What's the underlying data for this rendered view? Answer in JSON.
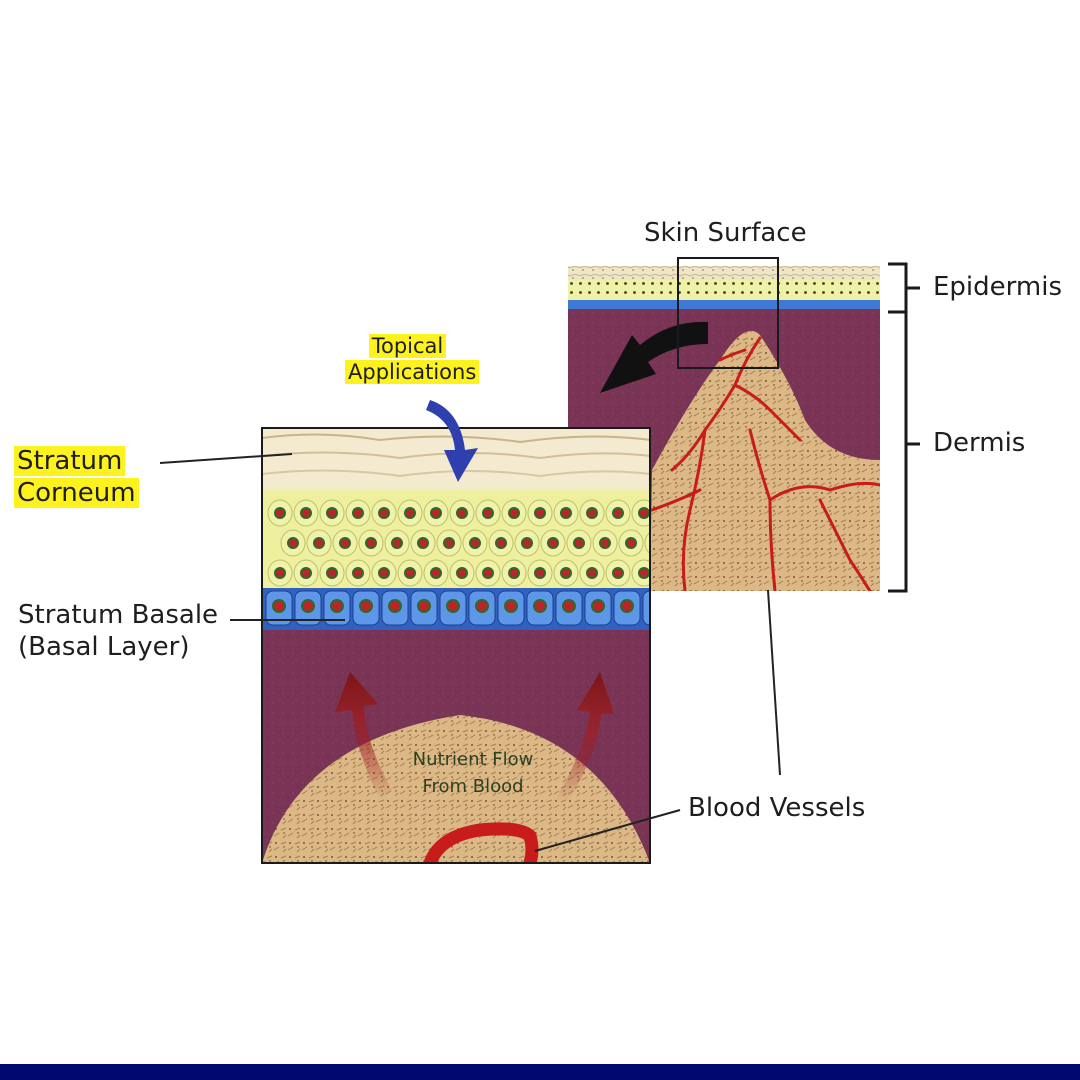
{
  "labels": {
    "skin_surface": "Skin Surface",
    "epidermis": "Epidermis",
    "dermis": "Dermis",
    "topical_line1": "Topical",
    "topical_line2": "Applications",
    "stratum_corneum_line1": "Stratum",
    "stratum_corneum_line2": "Corneum",
    "stratum_basale_line1": "Stratum Basale",
    "stratum_basale_line2": "(Basal Layer)",
    "nutrient_line1": "Nutrient Flow",
    "nutrient_line2": "From Blood",
    "blood_vessels": "Blood Vessels"
  },
  "colors": {
    "highlight": "#fdf21d",
    "dermis": "#7a3456",
    "tissue": "#d9b483",
    "vessel": "#c81c1c",
    "basal_cells": "#3f79d6",
    "epidermal_cells": "#eef0a0",
    "topical_arrow": "#2f3fae",
    "bottom_bar": "#000a6e"
  }
}
